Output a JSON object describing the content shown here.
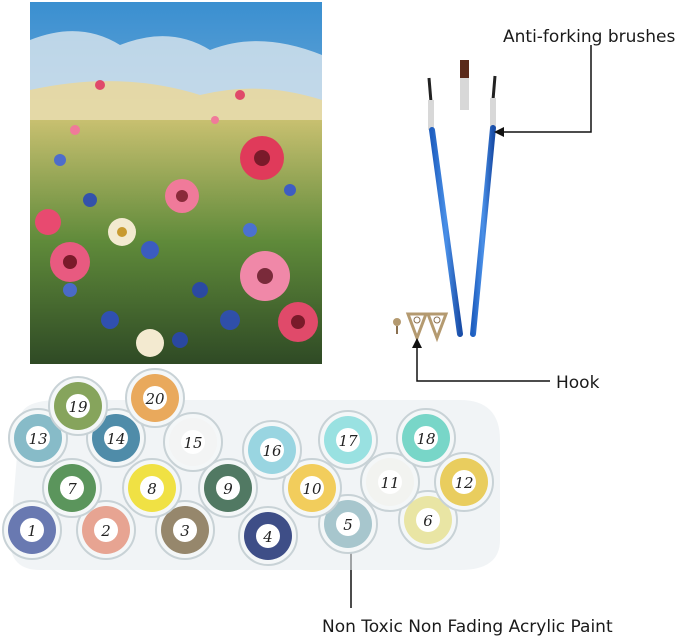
{
  "labels": {
    "brushes": "Anti-forking brushes",
    "hook": "Hook",
    "paint": "Non Toxic Non Fading Acrylic Paint"
  },
  "paint_pots": [
    {
      "number": "1",
      "color": "#5a6aa8"
    },
    {
      "number": "2",
      "color": "#e59a86"
    },
    {
      "number": "3",
      "color": "#8c7a5c"
    },
    {
      "number": "4",
      "color": "#2a3b7a"
    },
    {
      "number": "5",
      "color": "#9fc0c8"
    },
    {
      "number": "6",
      "color": "#e8e29a"
    },
    {
      "number": "7",
      "color": "#4a8a4a"
    },
    {
      "number": "8",
      "color": "#f0de30"
    },
    {
      "number": "9",
      "color": "#3f6a52"
    },
    {
      "number": "10",
      "color": "#f2c84a"
    },
    {
      "number": "11",
      "color": "#f2f2ee"
    },
    {
      "number": "12",
      "color": "#e8c84c"
    },
    {
      "number": "13",
      "color": "#7bb4c2"
    },
    {
      "number": "14",
      "color": "#3d7fa0"
    },
    {
      "number": "15",
      "color": "#f3f3f3"
    },
    {
      "number": "16",
      "color": "#8fd0de"
    },
    {
      "number": "17",
      "color": "#8fdede"
    },
    {
      "number": "18",
      "color": "#6ad2c2"
    },
    {
      "number": "19",
      "color": "#7a9a4a"
    },
    {
      "number": "20",
      "color": "#e8a04a"
    }
  ]
}
